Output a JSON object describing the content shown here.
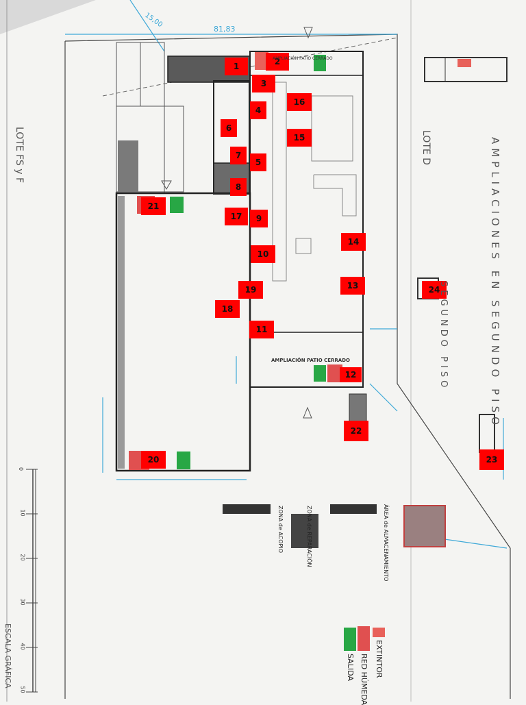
{
  "labels": {
    "lote_fs": "LOTE FS y F",
    "lote_d": "LOTE D",
    "ampliaciones": "AMPLIACIONES EN SEGUNDO PISO",
    "segundo_piso": "SEGUNDO PISO",
    "patio_top": "AMPLIACIÓN PATIO CERRADO",
    "patio_bottom": "AMPLIACIÓN PATIO CERRADO",
    "dim_top": "81,83",
    "dim_corner": "15,00",
    "escala": "ESCALA GRÁFICA",
    "zona_reparacion": "ZONA de REPARACIÓN",
    "zona_acopio": "ZONA de ACOPIO",
    "area_almacenamiento": "ÁREA de ALMACENAMIENTO"
  },
  "scale_ticks": [
    "0",
    "10",
    "20",
    "30",
    "40",
    "50"
  ],
  "legend": {
    "extintor": "EXTINTOR",
    "red_humeda": "RED HÚMEDA",
    "salida": "SALIDA"
  },
  "markers": [
    "1",
    "2",
    "3",
    "4",
    "5",
    "6",
    "7",
    "8",
    "9",
    "10",
    "11",
    "12",
    "13",
    "14",
    "15",
    "16",
    "17",
    "18",
    "19",
    "20",
    "21",
    "22",
    "23",
    "24"
  ],
  "colors": {
    "extintor": "#e8615a",
    "red_humeda": "#e05050",
    "salida": "#28a745",
    "marker": "#ff0000",
    "dimension": "#3fa9d8",
    "wall": "#222222"
  }
}
